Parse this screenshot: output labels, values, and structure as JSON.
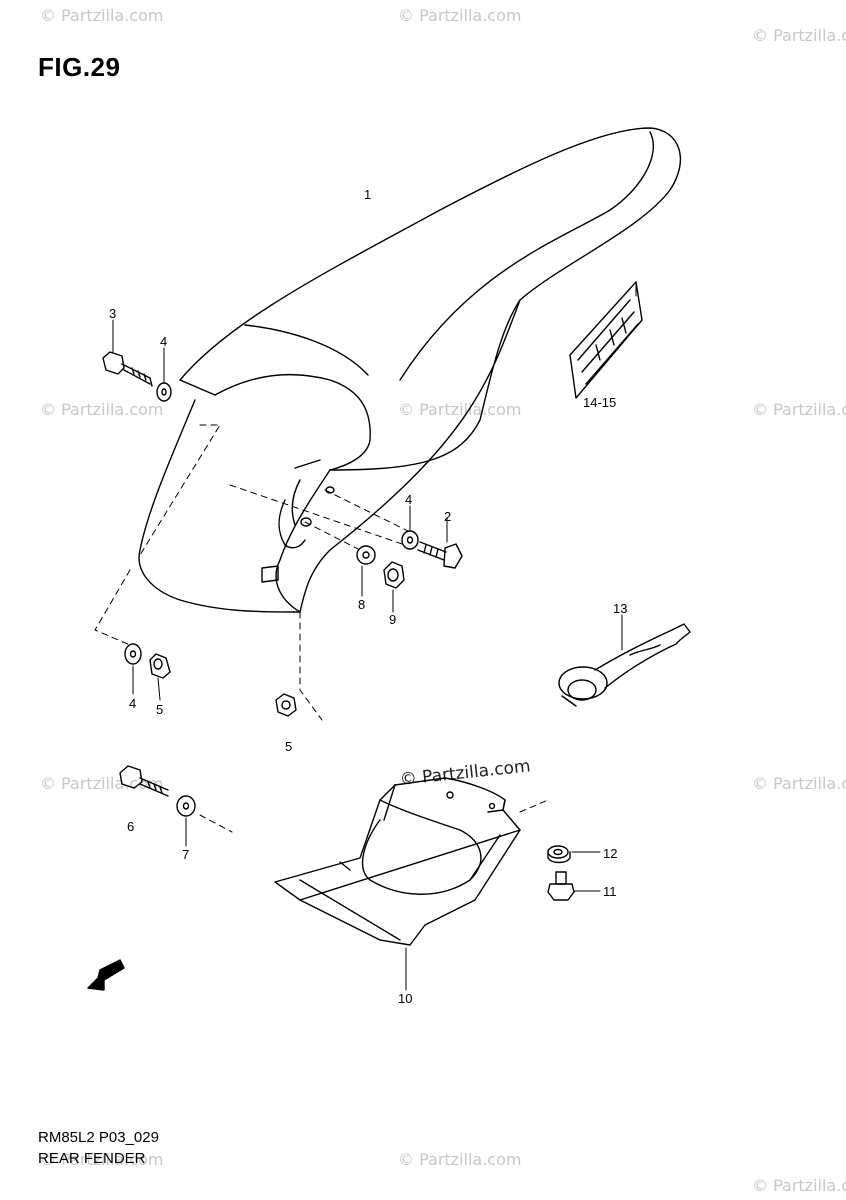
{
  "figure": {
    "title": "FIG.29"
  },
  "watermark": {
    "text": "© Partzilla.com"
  },
  "callouts": {
    "c1": "1",
    "c2": "2",
    "c3": "3",
    "c4a": "4",
    "c4b": "4",
    "c4c": "4",
    "c5a": "5",
    "c5b": "5",
    "c6": "6",
    "c7": "7",
    "c8": "8",
    "c9": "9",
    "c10": "10",
    "c11": "11",
    "c12": "12",
    "c13": "13",
    "c14": "14-15"
  },
  "footer": {
    "code": "RM85L2 P03_029",
    "section": "REAR FENDER"
  },
  "colors": {
    "line": "#000000",
    "watermark": "#c7c7c7"
  }
}
